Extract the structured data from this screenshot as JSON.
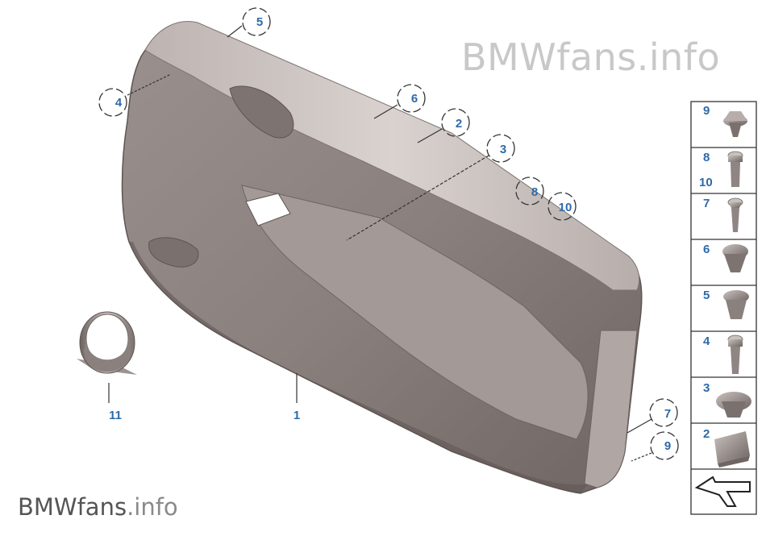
{
  "watermark": {
    "top": "BMWfans.info",
    "bottom_brand": "BMWfans",
    "bottom_suffix": ".info"
  },
  "callouts": {
    "c1": "1",
    "c2": "2",
    "c3": "3",
    "c4": "4",
    "c5": "5",
    "c6": "6",
    "c7": "7",
    "c8": "8",
    "c9": "9",
    "c10": "10",
    "c11": "11"
  },
  "sidebar": {
    "items": [
      {
        "labels": [
          "9"
        ]
      },
      {
        "labels": [
          "8",
          "10"
        ]
      },
      {
        "labels": [
          "7"
        ]
      },
      {
        "labels": [
          "6"
        ]
      },
      {
        "labels": [
          "5"
        ]
      },
      {
        "labels": [
          "4"
        ]
      },
      {
        "labels": [
          "3"
        ]
      },
      {
        "labels": [
          "2"
        ]
      }
    ]
  },
  "colors": {
    "callout": "#2e6aa8",
    "panel": "#8f8583",
    "panel_light": "#c8c0bd",
    "panel_dark": "#6e6462"
  }
}
